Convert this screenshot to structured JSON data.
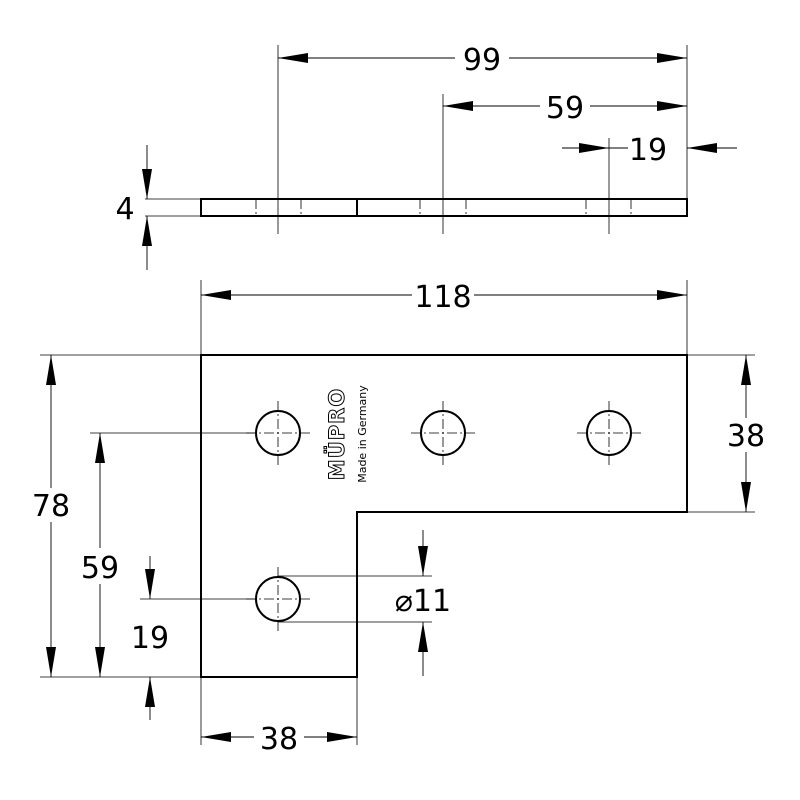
{
  "dimensions": {
    "side_total": "99",
    "side_middle": "59",
    "side_short": "19",
    "thickness": "4",
    "overall_width": "118",
    "right_height": "38",
    "overall_height": "78",
    "hole_height": "59",
    "bottom_hole_offset": "19",
    "hole_diameter": "⌀11",
    "bottom_width": "38"
  },
  "branding": {
    "logo": "MÜPRO",
    "made_in": "Made in Germany"
  }
}
